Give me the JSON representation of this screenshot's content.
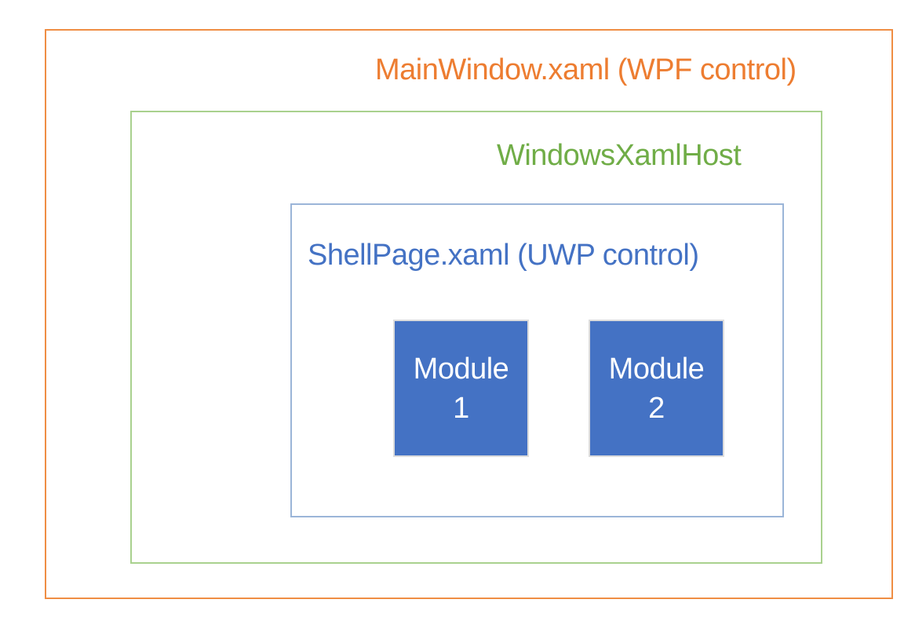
{
  "diagram": {
    "title": "MainWindow.xaml (WPF control)",
    "host_label": "WindowsXamlHost",
    "shell_label": "ShellPage.xaml (UWP control)",
    "modules": [
      {
        "label": "Module 1"
      },
      {
        "label": "Module 2"
      }
    ]
  },
  "colors": {
    "outer_text": "#ED7D31",
    "outer_border": "#EF8E44",
    "host_text": "#70AD47",
    "host_border": "#A9D18E",
    "shell_text": "#4472C4",
    "shell_border": "#9BB5D8",
    "module_fill": "#4472C4",
    "module_border": "#DCDCDC",
    "module_text": "#FFFFFF"
  }
}
